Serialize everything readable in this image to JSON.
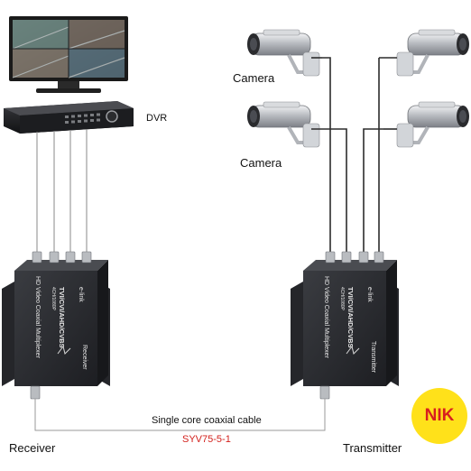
{
  "labels": {
    "camera_top": "Camera",
    "camera_bottom": "Camera",
    "dvr": "DVR",
    "cable": "Single core coaxial cable",
    "cable_model": "SYV75-5-1",
    "receiver": "Receiver",
    "transmitter": "Transmitter"
  },
  "devices": {
    "receiver_face": {
      "brand": "e-link",
      "model_line1": "TVI/CVI/AHD/CVBS",
      "model_line2": "4CH/1080P",
      "product": "HD Video Coaxial Multiplexer",
      "role": "Receiver"
    },
    "transmitter_face": {
      "brand": "e-link",
      "model_line1": "TVI/CVI/AHD/CVBS",
      "model_line2": "4CH/1080P",
      "product": "HD Video Coaxial Multiplexer",
      "role": "Transmitter"
    }
  },
  "badge": {
    "text": "NIK",
    "color": "#ffe11a",
    "text_color": "#d81f1f"
  },
  "colors": {
    "cable_model": "#d3201c",
    "device_body": "#2b2d31",
    "connector": "#b9bcc0"
  }
}
